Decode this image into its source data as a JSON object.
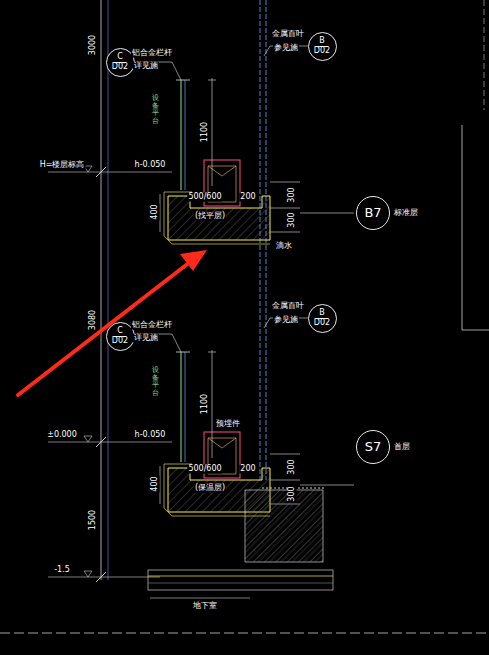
{
  "diagram": {
    "nodes": [
      {
        "text": [
          "C",
          "D02"
        ]
      },
      {
        "text": [
          "B",
          "D02"
        ]
      },
      {
        "text": [
          "B7"
        ]
      },
      {
        "text": [
          "C",
          "D02"
        ]
      },
      {
        "text": [
          "B",
          "D02"
        ]
      },
      {
        "text": [
          "S7"
        ]
      }
    ],
    "labels": [
      "3000",
      "铝合金栏杆",
      "详见施",
      "金属百叶",
      "参见施",
      "1100",
      "设备平台",
      "H=楼层标高",
      "h-0.050",
      "500/600",
      "200",
      "300",
      "300",
      "400",
      "(找平层)",
      "标准层",
      "滴水",
      "3080",
      "铝合金栏杆",
      "详见施",
      "金属百叶",
      "参见施",
      "设备平台",
      "预埋件",
      "1100",
      "±0.000",
      "h-0.050",
      "首层",
      "500/600",
      "200",
      "300",
      "300",
      "400",
      "(保温层)",
      "1500",
      "-1.5",
      "地下室"
    ]
  }
}
